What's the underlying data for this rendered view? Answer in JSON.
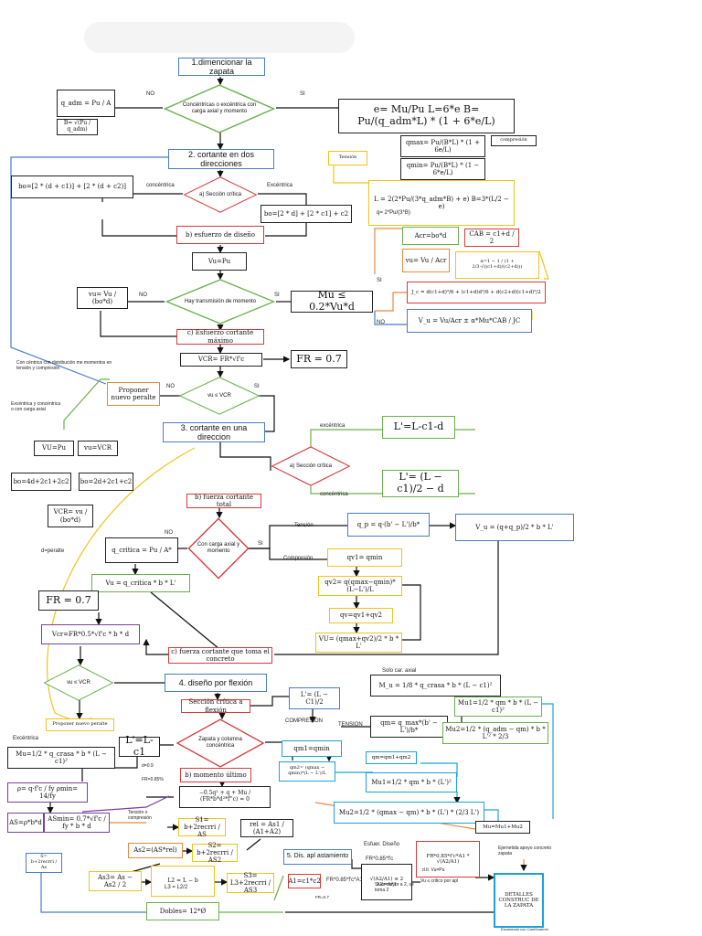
{
  "colors": {
    "blue": "#4a7cc7",
    "red": "#d63a3a",
    "green": "#6ab04c",
    "yellow": "#f0c419",
    "orange": "#e8893a",
    "purple": "#7b3fa0",
    "cyan": "#1aa3d9"
  },
  "nodes": {
    "n1": "1.dimencionar la zapata",
    "d1": "Concéntricas o excéntrica con carga axial y momento",
    "qadm": "q_adm = Pu / A",
    "b_root": "B= √(Pu / q_adm)",
    "e_eq": "e= Mu/Pu   L=6*e   B= Pu/(q_adm*L) * (1 + 6*e/L)",
    "qmax": "qmax= Pu/(B*L) * (1 + 6e/L)",
    "qmin": "qmin= Pu/(B*L) * (1 − 6*e/L)",
    "comp": "compresión",
    "tension": "Tensión",
    "L2": "L = 2(2*Pu/(3*q_adm*B) + e)     B=3*(L/2 − e)",
    "q_t": "q= 2*Pu/(3*B)",
    "n2": "2. cortante en dos direcciones",
    "d2": "a) Sección crítica",
    "bo_l": "bo=[2 * (d + c1)] + [2 * (d + c2)]",
    "bo_r": "bo=[2 * d] + [2 * c1] + c2",
    "b_esf": "b) esfuerzo de diseño",
    "vu_pu": "Vu=Pu",
    "d3": "Hay transmisión de momento",
    "vu_bod": "vu= Vu / (bo*d)",
    "mu_le": "Mu ≤ 0.2*Vu*d",
    "acr": "Acr=bo*d",
    "cab": "CAB = c1+d / 2",
    "vu_acr": "vu= Vu / Acr",
    "alpha": "α=1 − 1 / (1 + 2/3·√((c1+d)/(c2+d)))",
    "jc": "J_c = d(c1+d)³/6 + (c1+d)d³/6 + d(c2+d)(c1+d)²/2",
    "vc_eq": "V_u = Vu/Acr ± α*Mu*CAB / JC",
    "c_esf": "c) Esfuerzo cortante máximo",
    "vcr": "VCR= FR*√f'c",
    "fr1": "FR = 0.7",
    "d4": "vu ≤ VCR",
    "proponer": "Proponer nuevo peralte",
    "n3": "3. cortante en una direccion",
    "d5": "a) Sección crítica",
    "lp1": "L'=L-c1-d",
    "lp2": "L'= (L − c1)/2 − d",
    "b_total": "b) fuerza cortante total",
    "d6": "Con carga axial y momento",
    "qp": "q_p = q·(b' − L')/b*",
    "vu_big": "V_u = (q+q_p)/2 * b * L'",
    "qcrit": "q_critica = Pu / A*",
    "vu_q": "Vu = q_critica * b * L'",
    "qv1": "qv1= qmin",
    "qv2": "qv2= q(qmax−qmin)*(L−L')/L",
    "qv": "qv=qv1+qv2",
    "vu_qv": "VU= (qmax+qv2)/2 * b * L'",
    "fr2": "FR = 0.7",
    "vcr2": "Vcr=FR*0.5*√f'c * b * d",
    "c_fuerza": "c) fuerza cortante que toma el concreto",
    "d7": "vu ≤ VCR",
    "proponer2": "Proponer nuevo peralte",
    "ex_vu": "VU=Pu",
    "ex_vcr": "vu=VCR",
    "ex_bo1": "bo=4d+2c1+2c2",
    "ex_bo2": "bo=2d+2c1+c2",
    "ex_vcr2": "VCR= vu / (bo*d)",
    "ex_dp": "d=peralte",
    "n4": "4. diseño por flexión",
    "crit_flex": "Sección crítica a flexión",
    "mu_axial": "M_u = 1/8 * q_crasa * b * (L − c1)²",
    "lp3": "L'= (L − C1)/2",
    "qm": "qm= q_max*(b' − L')/b*",
    "mu1": "Mu1=1/2 * qm * b * (L − c1)²",
    "mu2": "Mu2=1/2 * (q_adm − qm) * b * L'² * 2/3",
    "d8": "Zapata y columna concéntrica",
    "lp4": "L'=L-c1",
    "mu_ex": "Mu=1/2 * q_crasa * b * (L − c1)²",
    "b_mom": "b) momento último",
    "qm1": "qm1=qmin",
    "qm2": "qm2= (qmax − qmin)*(L − L')/L",
    "qmsum": "qm=qm1+qm2",
    "mu1b": "Mu1=1/2 * qm * b * (L')²",
    "mu3": "Mu2=1/2 * (qmax − qm) * b * (L') * (2/3 L')",
    "musum": "Mu=Mu1+Mu2",
    "ro": "ρ= q·f'c / fy      ρmin= 14/fy",
    "eq_q": "−0.5q² + q + Mu / (FR*b*d²*f''c) = 0",
    "as": "AS=ρ*b*d",
    "asmin": "ASmin= 0.7*√f'c / fy * b * d",
    "s1": "S1= b+2recrri / AS",
    "rel": "rel = As1 / (A1+A2)",
    "as2": "As2=(AS*rel)",
    "s2": "S2= b+2recrri / AS2",
    "as3": "As3= As − As2 / 2",
    "l2": "L2 = L − b",
    "l3": "L3 = L2/2",
    "s3": "S3= L3+2recrri / AS3",
    "s_small": "S= b+2recrri / As",
    "n5": "5. Dis. apl astamiento",
    "dobles": "Dobles= 12*Ø",
    "esf_dis": "Esfuer. Diseño",
    "fr085": "FR*0.85*f'c",
    "a1c": "A1=c1*c2",
    "fr_a1": "FR*0.85*f'c*A1",
    "sq": "√(A2/A1) ≤ 2     A2=A*1",
    "si_mayor": "Si es mayor a 2, se toma 2",
    "fr_sq": "FR*0.85*f'c*A1 * √(A2/A1)",
    "vu_pu2": "VU=Pu",
    "si_vu": "Vu ≤ critico por apl",
    "permitido": "Ejernetida apoyo concreto zapata",
    "detalles": "DETALLES CONSTRUC DE LA ZAPATA"
  },
  "labels": {
    "no": "NO",
    "si": "SI",
    "no2": "NO",
    "si2": "SI",
    "no3": "NO",
    "si3": "SI",
    "no4": "NO",
    "si4": "SI",
    "no5": "NO",
    "si5": "SI",
    "concentrica": "concéntrica",
    "excentrica": "Excéntrica",
    "tension": "Tensión",
    "compresion": "Compresión",
    "tension2": "TENSION",
    "compresion2": "COMPRESION",
    "conc_dist": "Con céntrica con distribución me momentos en tensión y compresión",
    "exc_axial": "Excéntrica y concéntrica o con carga axial",
    "excentrica3": "excéntrica",
    "concentrica3": "concéntrica",
    "solo": "Solo car. axial",
    "excentrica4": "Excéntrica",
    "tension3": "Tensión o compresión",
    "footer": "Escaneado con CamScanner",
    "fr_val": "FR=0.85%",
    "d_val": "d=0.9",
    "si_val": "d.tl. Vu=Pu",
    "fr_small": "FR=0.7"
  }
}
